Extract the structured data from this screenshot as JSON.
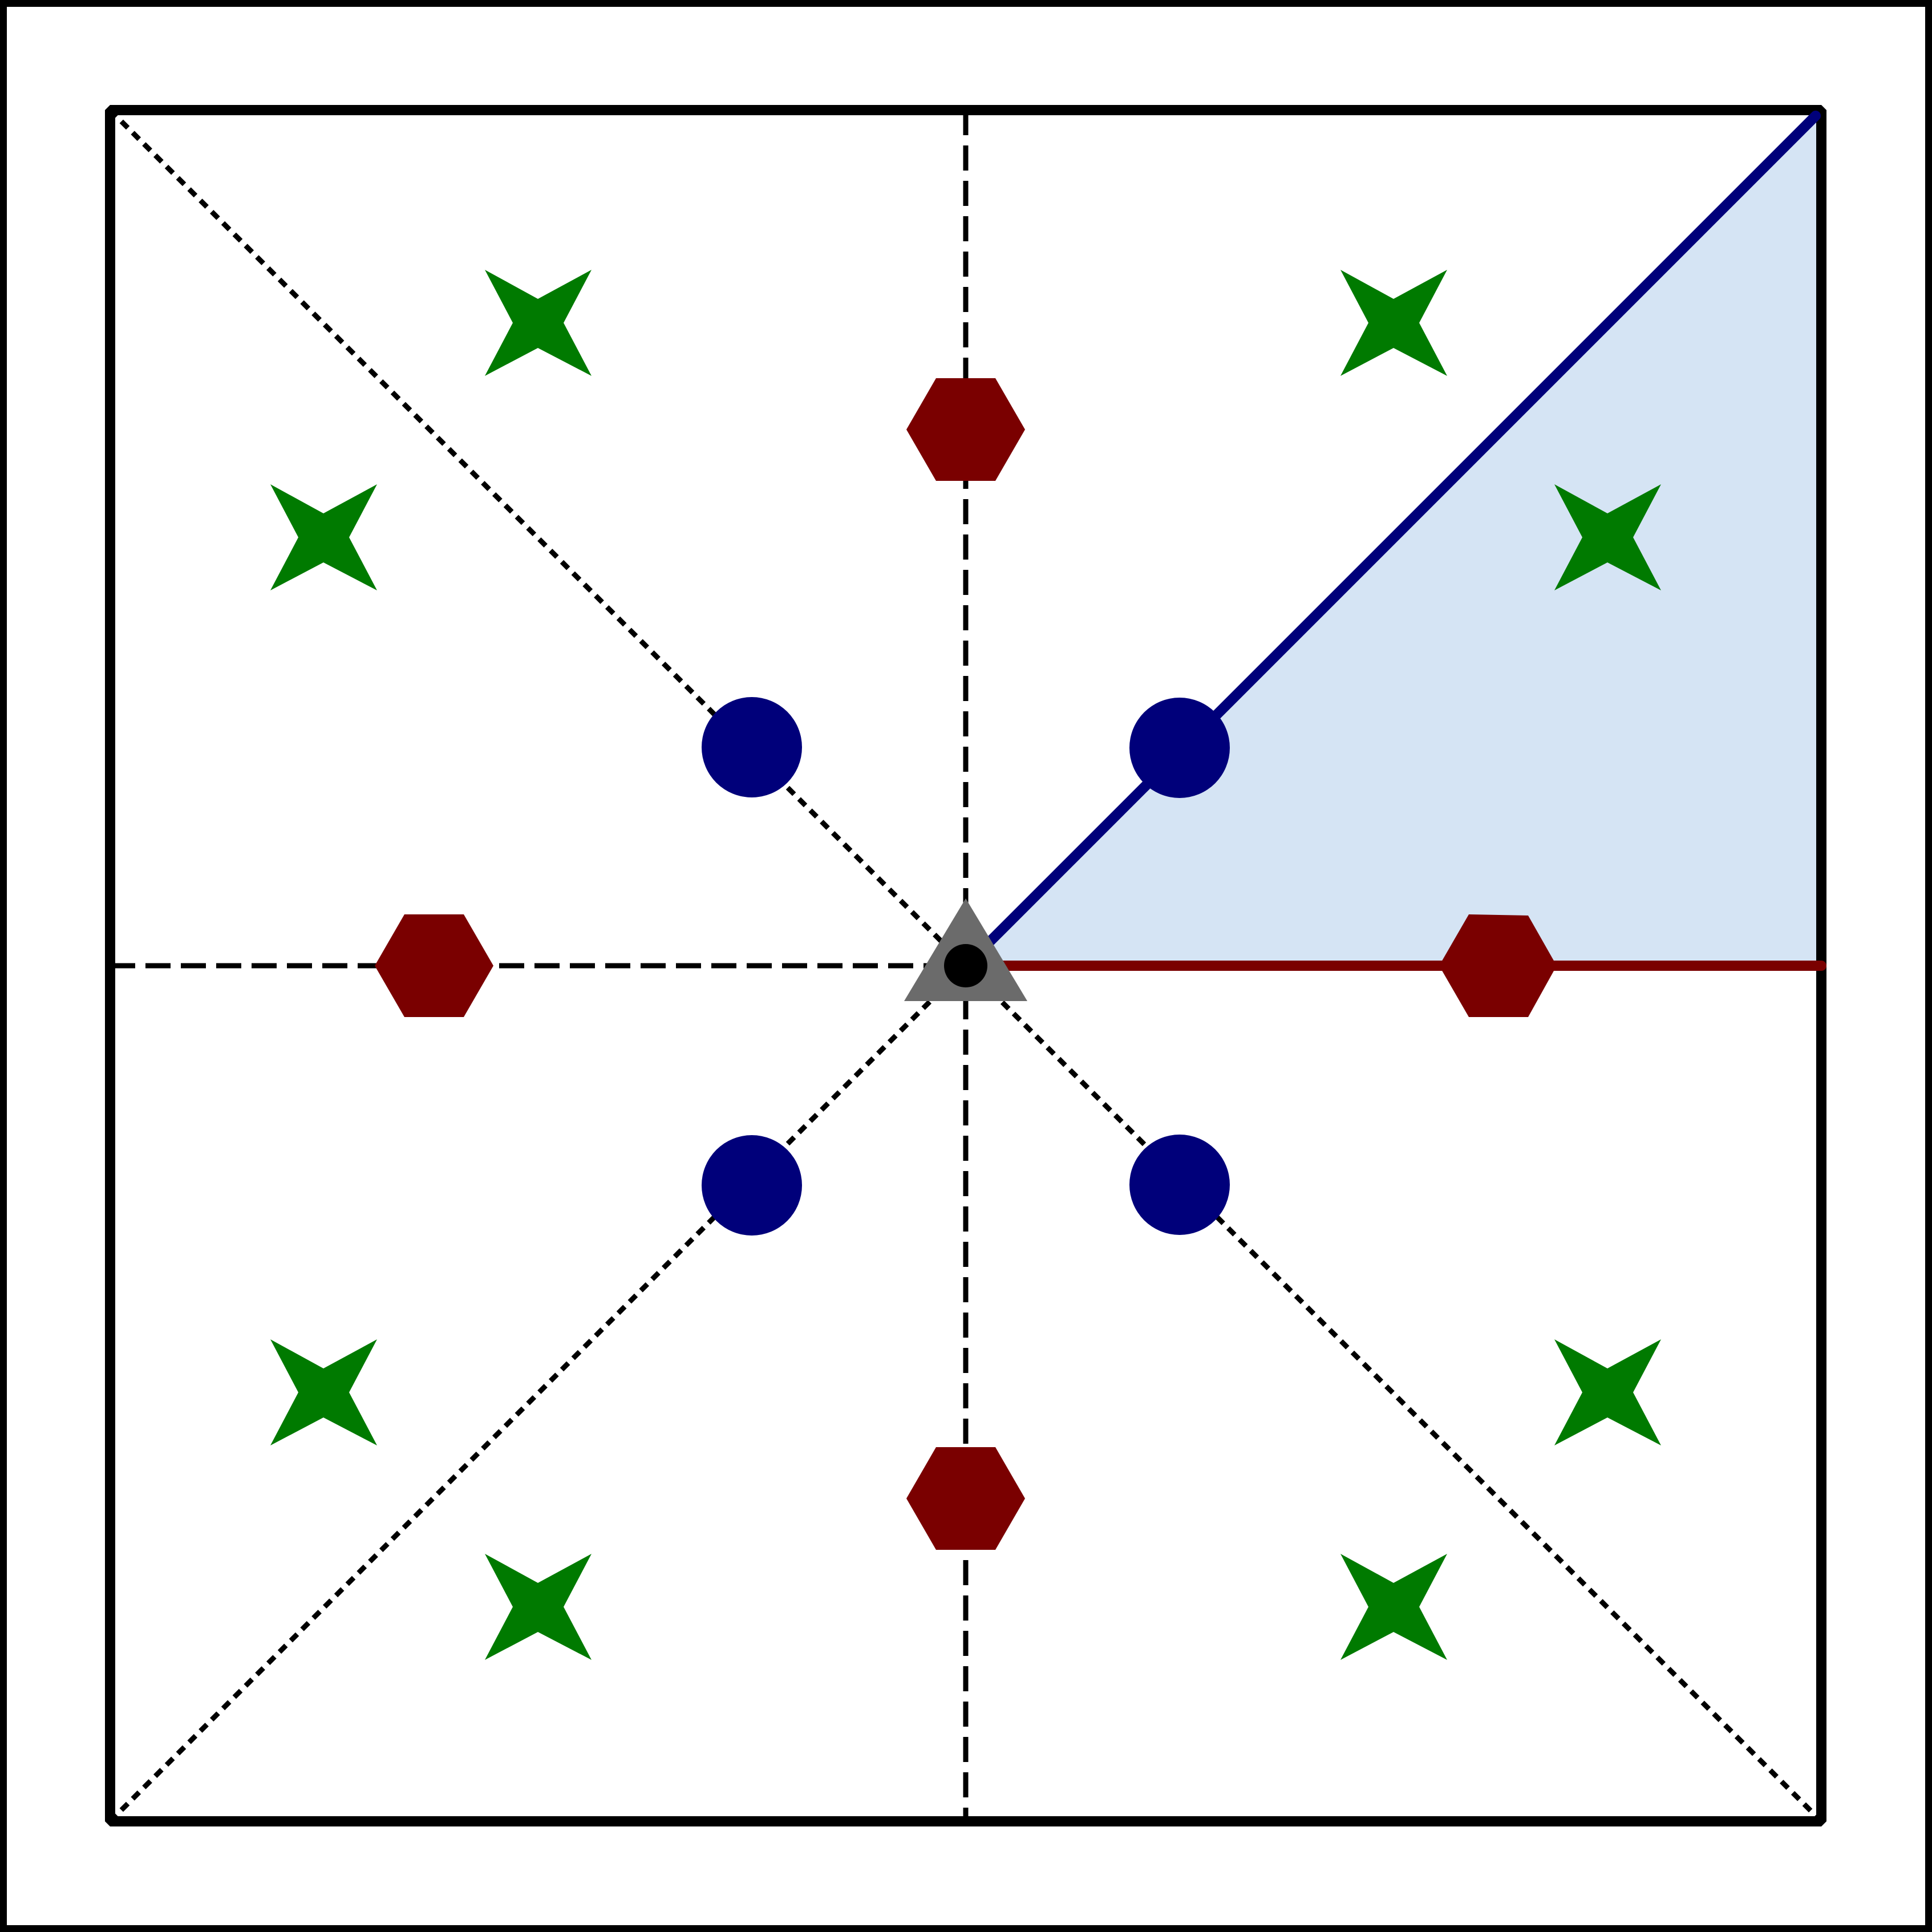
{
  "colors": {
    "border": "#000000",
    "background": "#ffffff",
    "fundamental_region_fill": "#d5e4f4",
    "mirror_diagonal": "#00007a",
    "mirror_horizontal": "#7a0000",
    "circle": "#00007a",
    "hexagon": "#7a0000",
    "star": "#007a00",
    "center_triangle": "#6b6b6b",
    "center_dot": "#000000",
    "dashed_line": "#000000"
  },
  "symmetry_diagram": {
    "center_marker": "triangle-with-dot-icon",
    "circle_marker": "circle-icon",
    "hexagon_marker": "hexagon-icon",
    "star_marker": "four-point-star-icon",
    "circle_count": 4,
    "hexagon_count": 4,
    "star_count": 8
  }
}
